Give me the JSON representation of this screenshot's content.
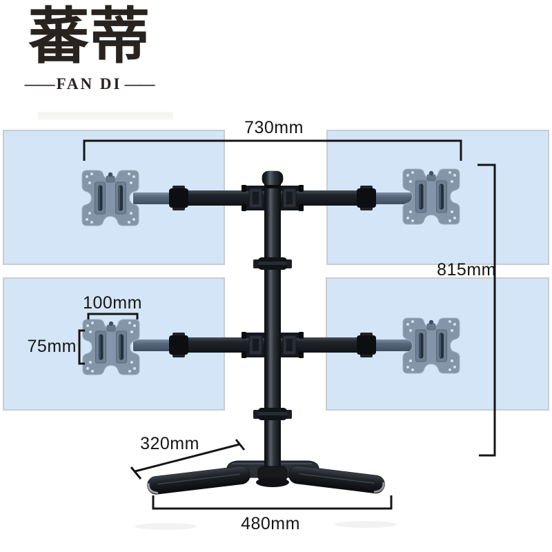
{
  "brand": {
    "name_cn": "蕃蒂",
    "name_en": "FAN DI",
    "dash": "——"
  },
  "annotations": {
    "top_width": "730mm",
    "overall_height": "815mm",
    "vesa_horizontal": "100mm",
    "vesa_vertical": "75mm",
    "base_leg_depth": "320mm",
    "base_width": "480mm"
  },
  "product": {
    "monitor_panels": 4,
    "vesa_plates": 4
  },
  "colors": {
    "panel_blue": "#d4e5f7",
    "panel_border": "#c7cdd2",
    "dimension_ink": "#151515",
    "brand_ink": "#29231f",
    "vesa_plate": "#8495a9",
    "stand_metal": "#15181c"
  }
}
